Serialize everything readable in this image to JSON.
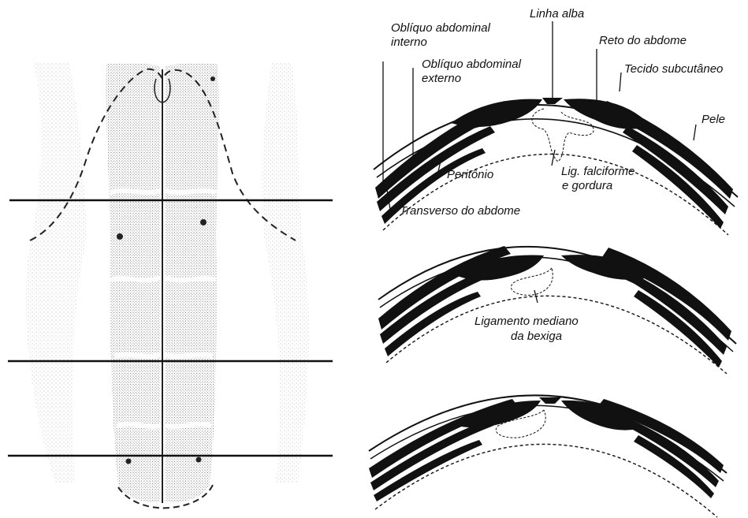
{
  "labels": {
    "linha_alba": "Linha alba",
    "obliquo_interno_1": "Oblíquo abdominal",
    "obliquo_interno_2": "interno",
    "obliquo_externo_1": "Oblíquo abdominal",
    "obliquo_externo_2": "externo",
    "reto": "Reto do abdome",
    "tecido_subcutaneo": "Tecido subcutâneo",
    "pele": "Pele",
    "peritonio": "Peritônio",
    "lig_falciforme_1": "Lig. falciforme",
    "lig_falciforme_2": "e gordura",
    "transverso": "Transverso do abdome",
    "ligamento_mediano_1": "Ligamento mediano",
    "ligamento_mediano_2": "da bexiga"
  },
  "colors": {
    "ink": "#111111",
    "paper": "#ffffff",
    "stipple": "#5a5a5a"
  }
}
